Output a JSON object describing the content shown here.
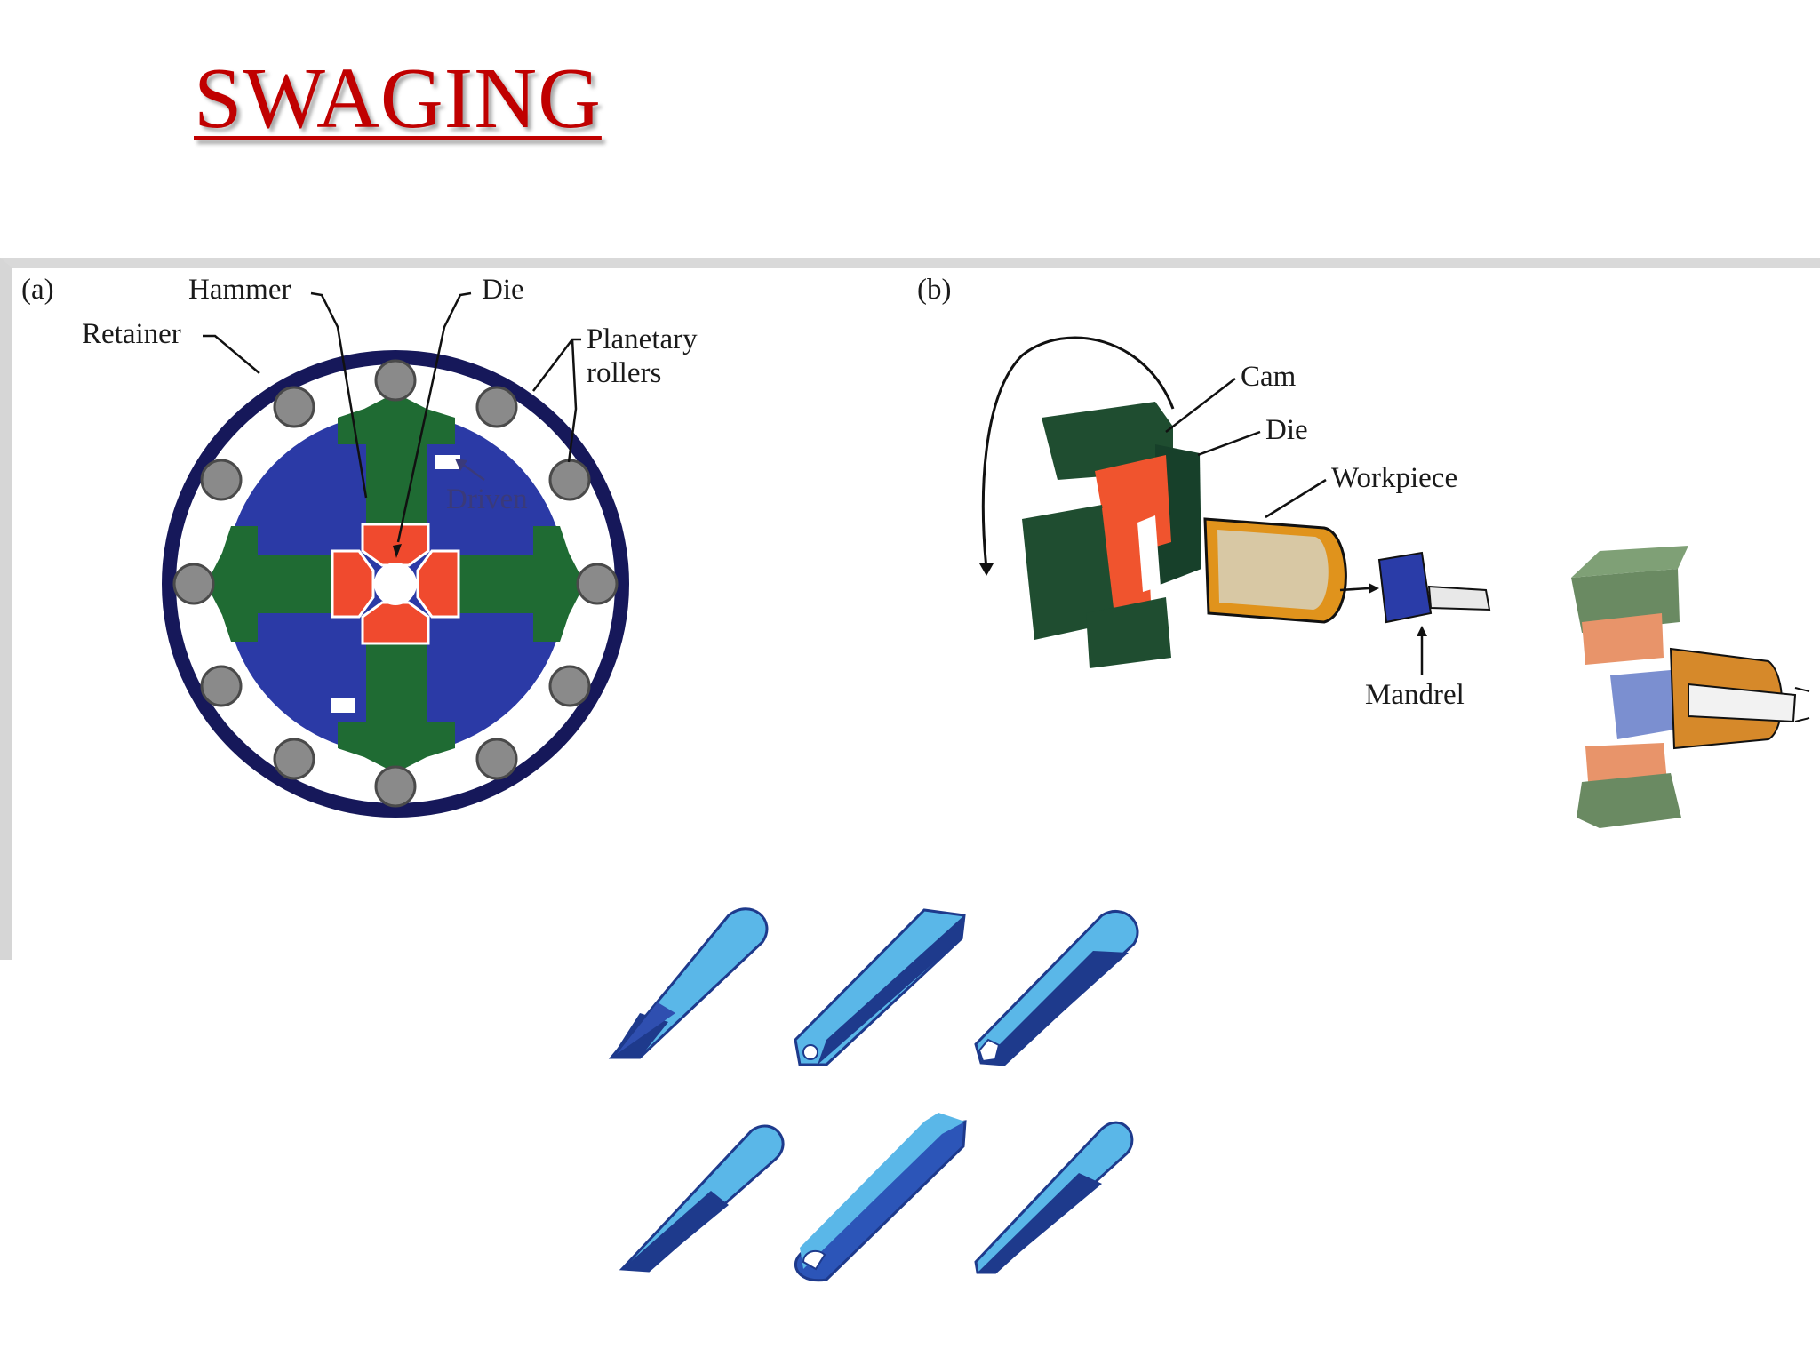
{
  "slide": {
    "title": "SWAGING"
  },
  "diagram_a": {
    "panel_label": "(a)",
    "labels": {
      "hammer": "Hammer",
      "die": "Die",
      "retainer": "Retainer",
      "planetary": "Planetary",
      "rollers": "rollers",
      "driven": "Driven"
    },
    "colors": {
      "ring": "#16185a",
      "hammer": "#1f6b33",
      "die": "#f04a2e",
      "backer": "#2b3aa6",
      "roller": "#8a8a8a"
    }
  },
  "diagram_b": {
    "panel_label": "(b)",
    "labels": {
      "cam": "Cam",
      "die": "Die",
      "workpiece": "Workpiece",
      "mandrel": "Mandrel"
    },
    "colors": {
      "cam": "#1f4d30",
      "die": "#f0542e",
      "workpiece": "#e0931c",
      "mandrel": "#2a3ca8"
    }
  },
  "products": {
    "count": 6,
    "colors": {
      "light": "#5ab7e8",
      "dark": "#1e3a8c"
    }
  }
}
